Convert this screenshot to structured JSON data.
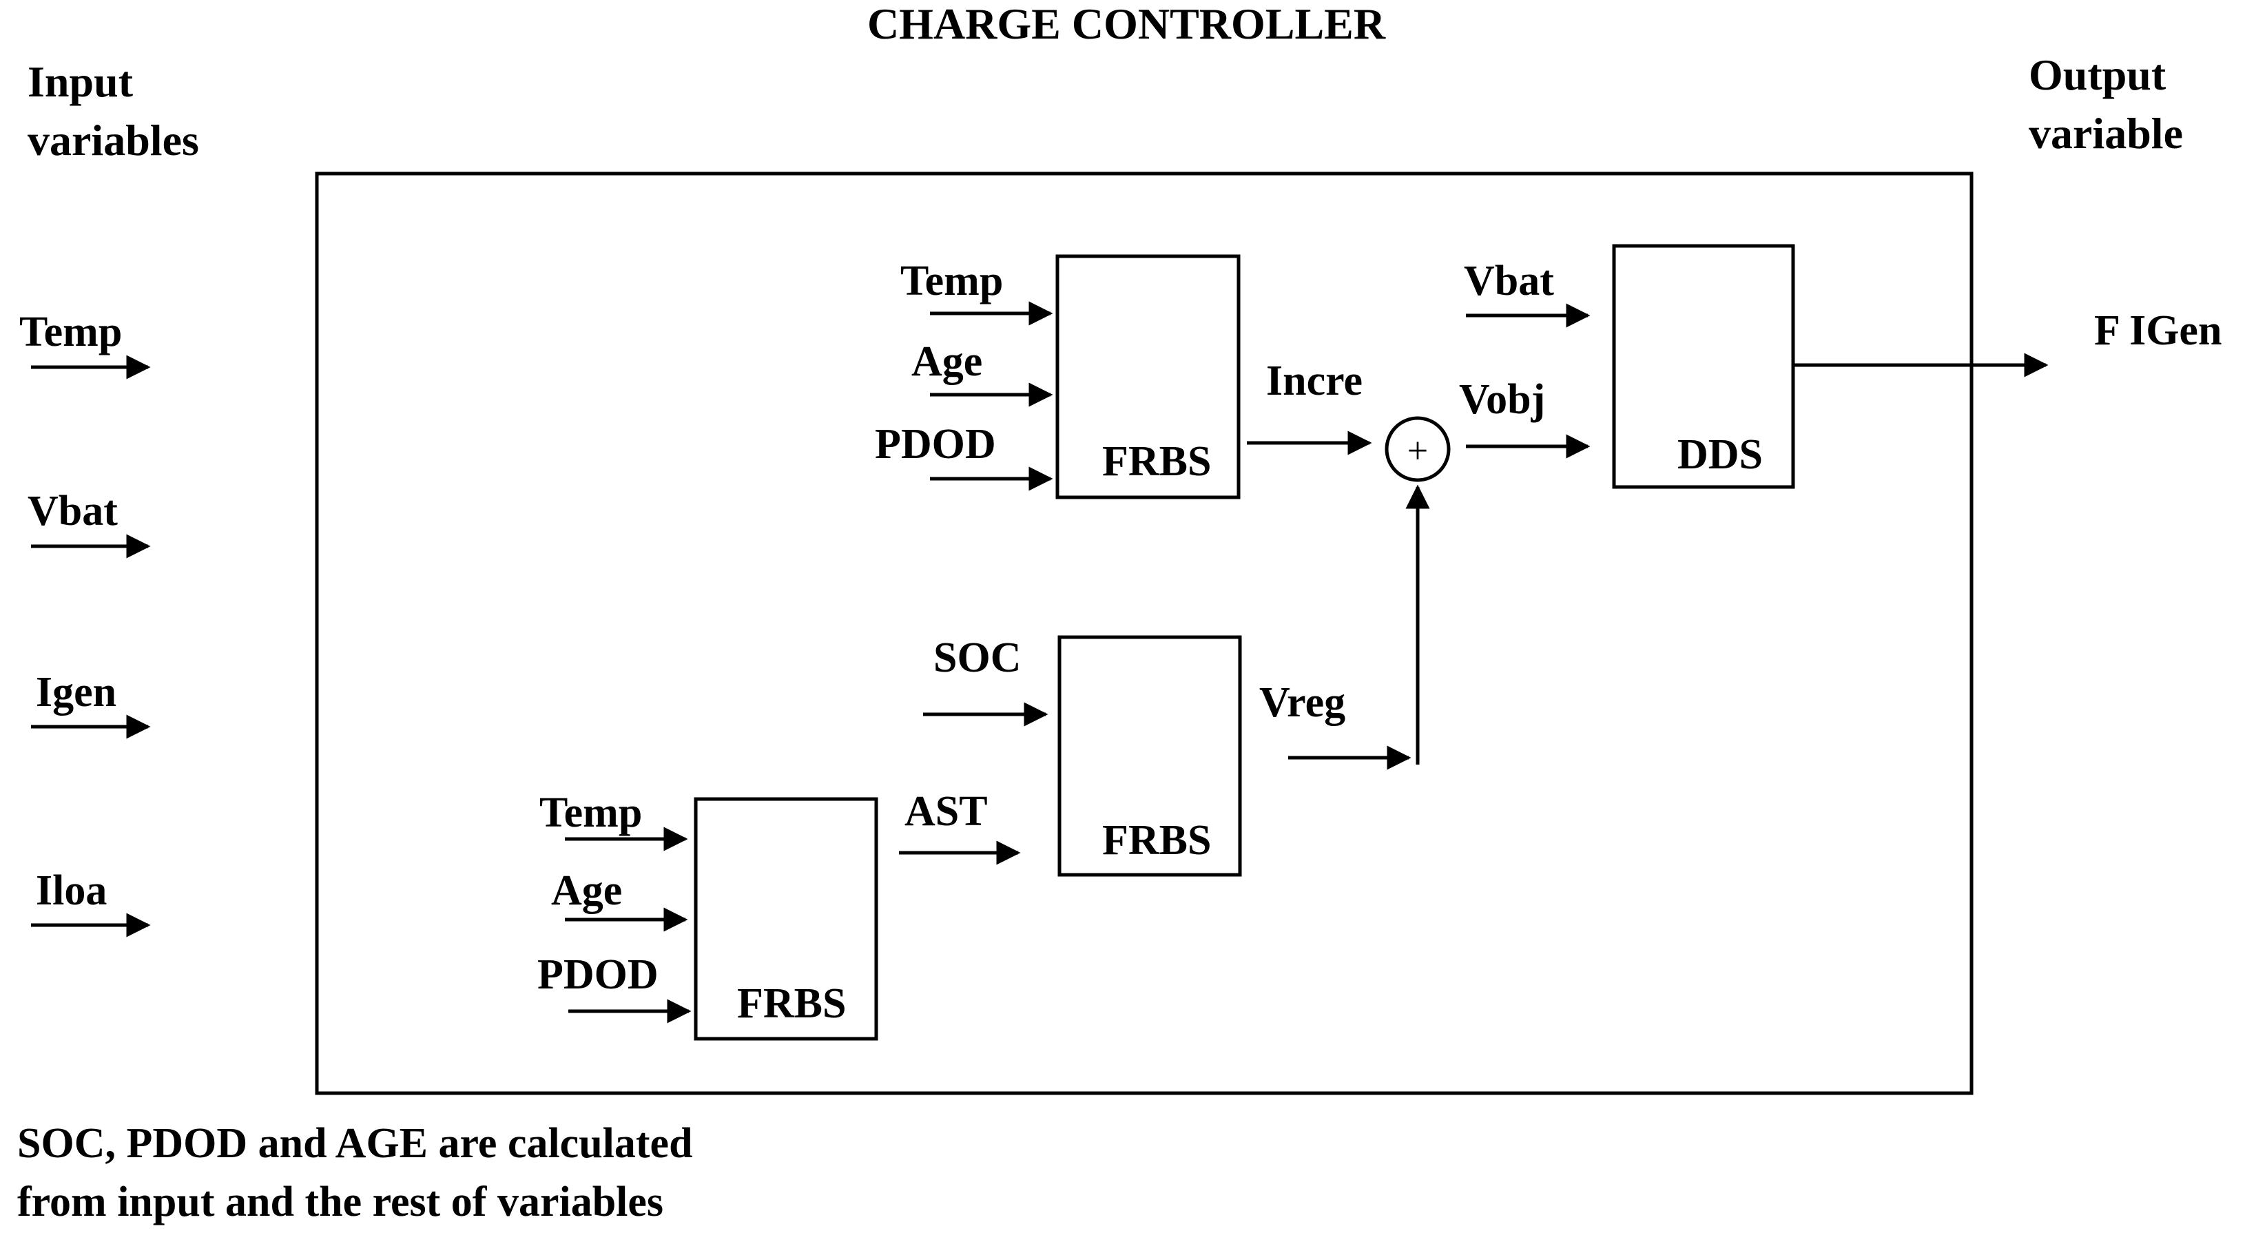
{
  "title": "CHARGE CONTROLLER",
  "input_heading": [
    "Input",
    "variables"
  ],
  "output_heading": [
    "Output",
    "variable"
  ],
  "inputs": [
    "Temp",
    "Vbat",
    "Igen",
    "Iloa"
  ],
  "frbs_top": {
    "inputs": [
      "Temp",
      "Age",
      "PDOD"
    ],
    "name": "FRBS",
    "output": "Incre"
  },
  "frbs_mid": {
    "inputs": [
      "SOC"
    ],
    "input_from_lower": "AST",
    "name": "FRBS",
    "output": "Vreg"
  },
  "frbs_low": {
    "inputs": [
      "Temp",
      "Age",
      "PDOD"
    ],
    "name": "FRBS"
  },
  "summer_symbol": "+",
  "dds": {
    "inputs": [
      "Vbat",
      "Vobj"
    ],
    "name": "DDS"
  },
  "output": "F IGen",
  "footnote": [
    "SOC, PDOD and AGE are calculated",
    "from input and the rest of  variables"
  ]
}
